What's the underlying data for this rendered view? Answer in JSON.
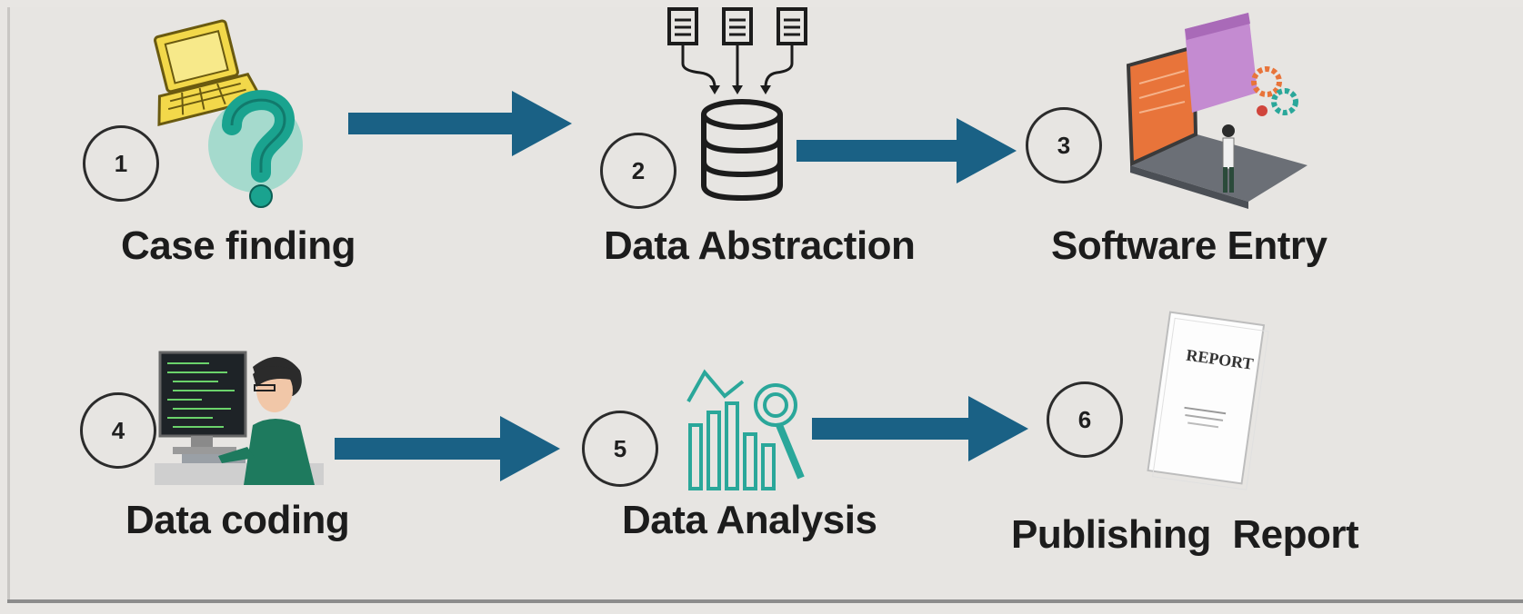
{
  "steps": [
    {
      "number": "1",
      "label": "Case finding",
      "icon": "laptop-question-icon"
    },
    {
      "number": "2",
      "label": "Data Abstraction",
      "icon": "database-documents-icon"
    },
    {
      "number": "3",
      "label": "Software Entry",
      "icon": "laptop-person-icon"
    },
    {
      "number": "4",
      "label": "Data coding",
      "icon": "person-computer-icon"
    },
    {
      "number": "5",
      "label": "Data Analysis",
      "icon": "chart-magnifier-icon"
    },
    {
      "number": "6",
      "label": "Publishing  Report",
      "icon": "report-document-icon"
    }
  ],
  "report_icon_text": "REPORT",
  "colors": {
    "arrow": "#1a6185",
    "background": "#e7e5e2",
    "text": "#1c1c1c",
    "teal": "#2aa79a",
    "laptop_yellow": "#f2d84a",
    "screen_orange": "#e8743a",
    "folder_purple": "#c48bd1"
  }
}
